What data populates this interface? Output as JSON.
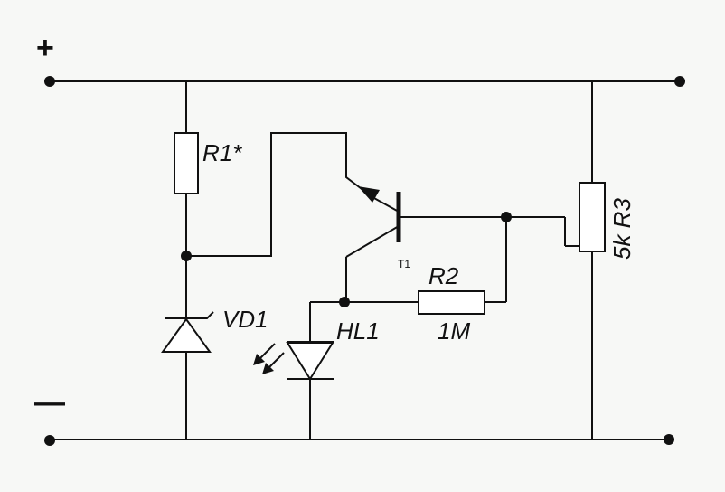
{
  "polarity": {
    "positive": "+",
    "negative": "—"
  },
  "components": {
    "r1": {
      "designator": "R1*"
    },
    "r2": {
      "designator": "R2",
      "value": "1M"
    },
    "r3": {
      "designator": "R3",
      "value": "5k"
    },
    "vd1": {
      "designator": "VD1"
    },
    "hl1": {
      "designator": "HL1"
    },
    "t1": {
      "designator": "T1"
    }
  }
}
